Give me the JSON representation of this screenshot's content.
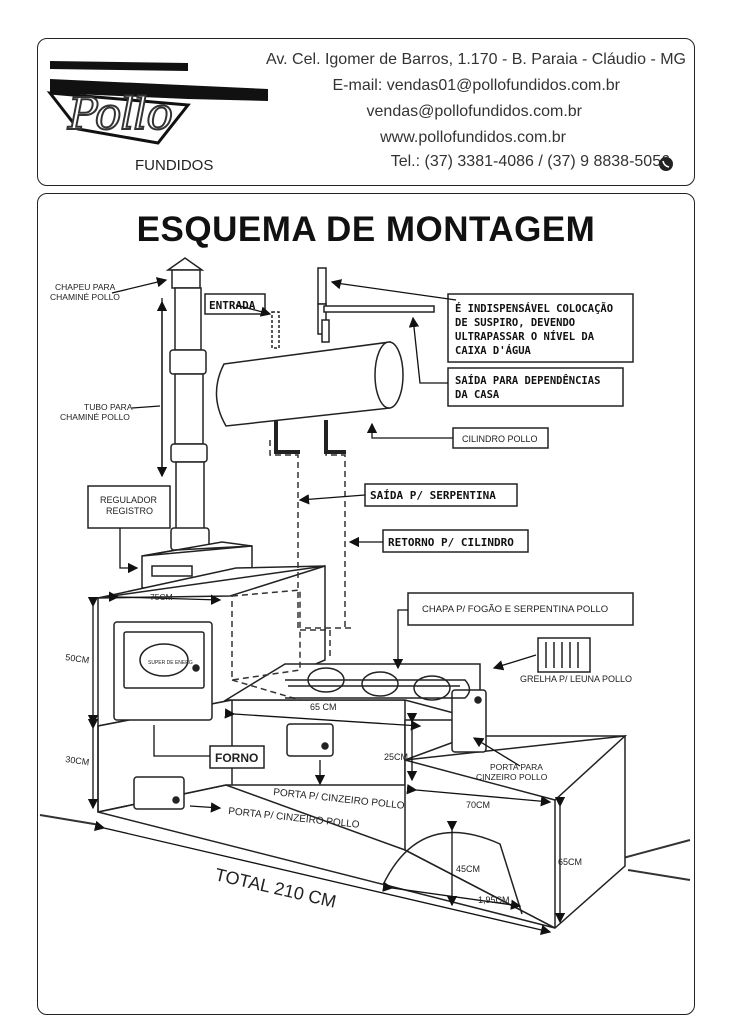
{
  "header": {
    "logo_word": "Pollo",
    "logo_sub": "FUNDIDOS",
    "address": "Av. Cel. Igomer de Barros, 1.170 - B. Paraia - Cláudio - MG",
    "email1": "E-mail: vendas01@pollofundidos.com.br",
    "email2": "vendas@pollofundidos.com.br",
    "website": "www.pollofundidos.com.br",
    "phone": "Tel.: (37) 3381-4086 / (37) 9 8838-5056",
    "phone_icon": "whatsapp-icon"
  },
  "diagram": {
    "title": "ESQUEMA DE MONTAGEM",
    "labels": {
      "chapeu_1": "CHAPEU PARA",
      "chapeu_2": "CHAMINÉ POLLO",
      "tubo_1": "TUBO PARA",
      "tubo_2": "CHAMINÉ POLLO",
      "regulador_1": "REGULADOR",
      "regulador_2": "REGISTRO",
      "entrada": "ENTRADA",
      "suspiro_1": "É INDISPENSÁVEL COLOCAÇÃO",
      "suspiro_2": "DE SUSPIRO, DEVENDO",
      "suspiro_3": "ULTRAPASSAR O NÍVEL DA",
      "suspiro_4": "CAIXA D'ÁGUA",
      "saida_dep_1": "SAÍDA PARA DEPENDÊNCIAS",
      "saida_dep_2": "DA CASA",
      "cilindro": "CILINDRO POLLO",
      "saida_serp": "SAÍDA P/ SERPENTINA",
      "retorno": "RETORNO P/ CILINDRO",
      "chapa": "CHAPA P/ FOGÃO E SERPENTINA POLLO",
      "grelha": "GRELHA P/ LEUNA POLLO",
      "porta_cinzeiro_right_1": "PORTA PARA",
      "porta_cinzeiro_right_2": "CINZEIRO POLLO",
      "forno": "FORNO",
      "porta_cinzeiro_mid": "PORTA P/ CINZEIRO POLLO",
      "porta_cinzeiro_low": "PORTA P/ CINZEIRO POLLO",
      "total": "TOTAL 210 CM"
    },
    "dimensions": {
      "d75": "75CM",
      "d50": "50CM",
      "d30": "30CM",
      "d65": "65 CM",
      "d25": "25CM",
      "d70": "70CM",
      "d65b": "65CM",
      "d45": "45CM",
      "d195": "1,95CM"
    },
    "forno_plate": "SUPER DE ENERG"
  }
}
